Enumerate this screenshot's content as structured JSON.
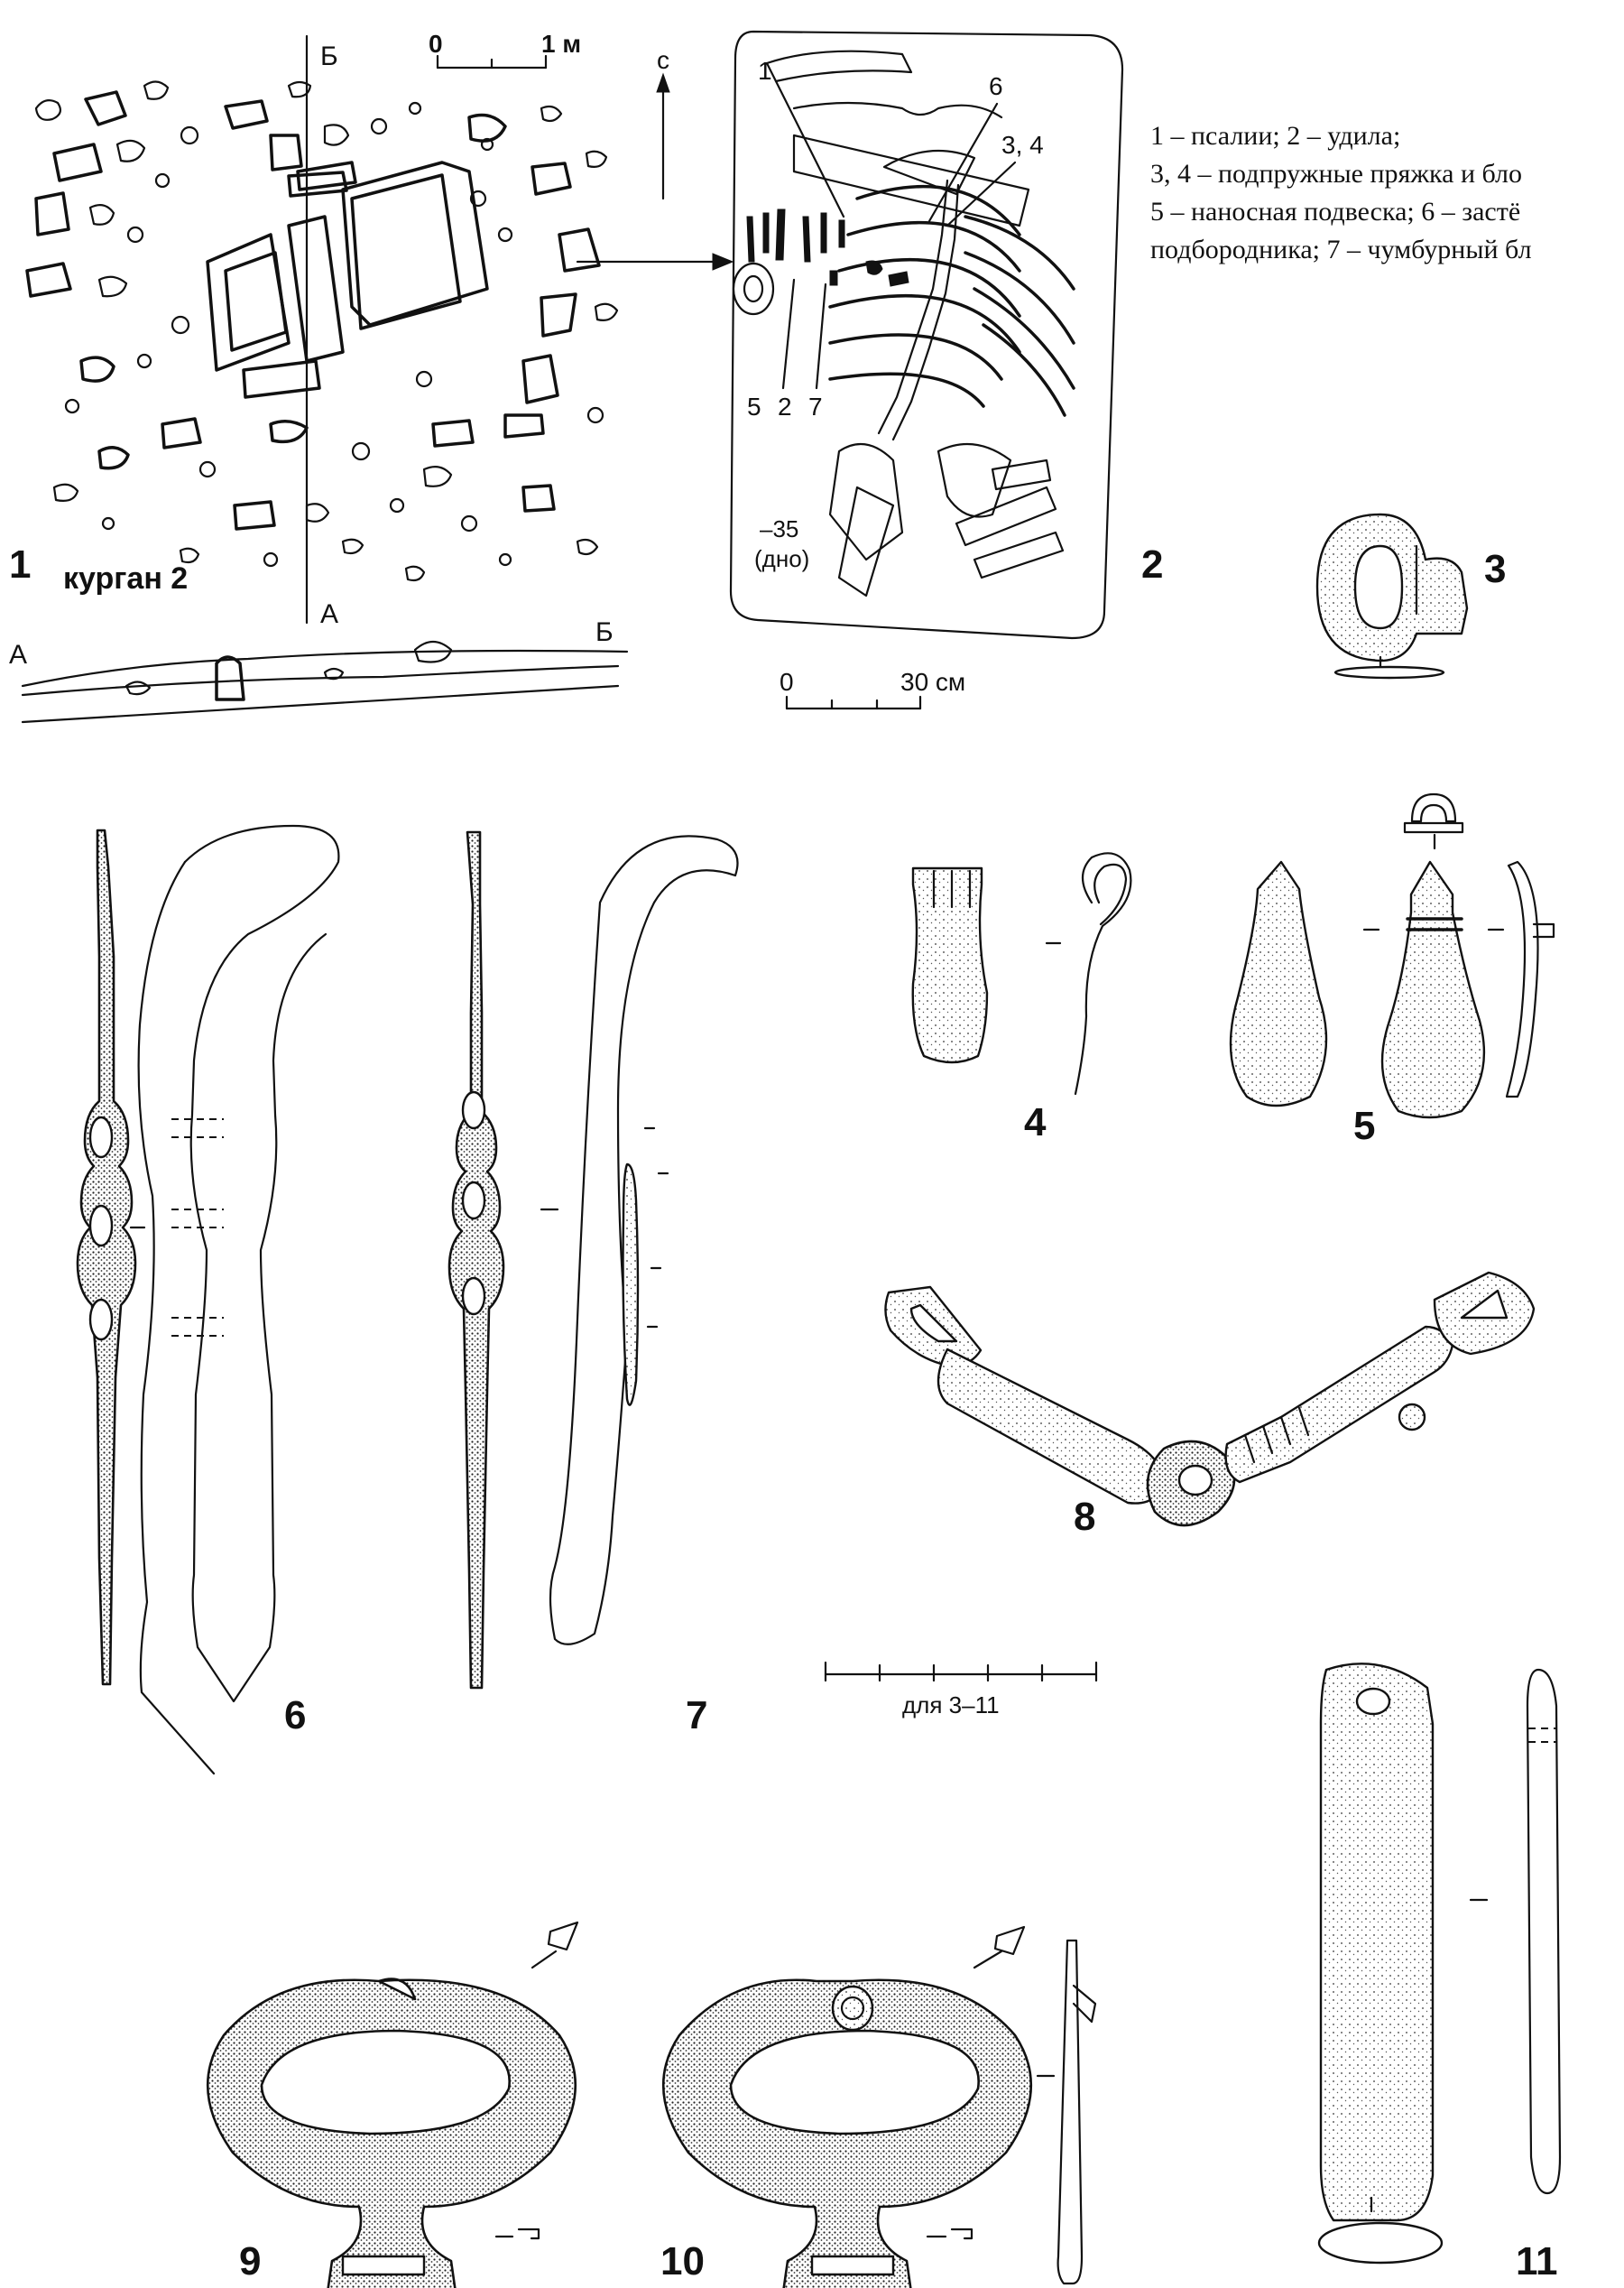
{
  "figure": {
    "panel_numbers": [
      "1",
      "2",
      "3",
      "4",
      "5",
      "6",
      "7",
      "8",
      "9",
      "10",
      "11"
    ],
    "mound_label": "курган 2",
    "plan_scale": {
      "start": "0",
      "end": "1 м"
    },
    "section_marks": {
      "a": "А",
      "b": "Б"
    },
    "north_label": "с",
    "grave_scale": {
      "start": "0",
      "end": "30 см"
    },
    "depth_label": "–35",
    "depth_note": "(дно)",
    "grave_markers": {
      "m1": "1",
      "m2": "2",
      "m5": "5",
      "m6": "6",
      "m7": "7",
      "m34": "3, 4"
    },
    "legend_lines": [
      "1 – псалии; 2 – удила;",
      "3, 4 – подпружные пряжка и бло",
      "5 – наносная подвеска; 6 – застё",
      "подбородника; 7 – чумбурный бл"
    ],
    "artifact_scale_label": "для 3–11"
  }
}
